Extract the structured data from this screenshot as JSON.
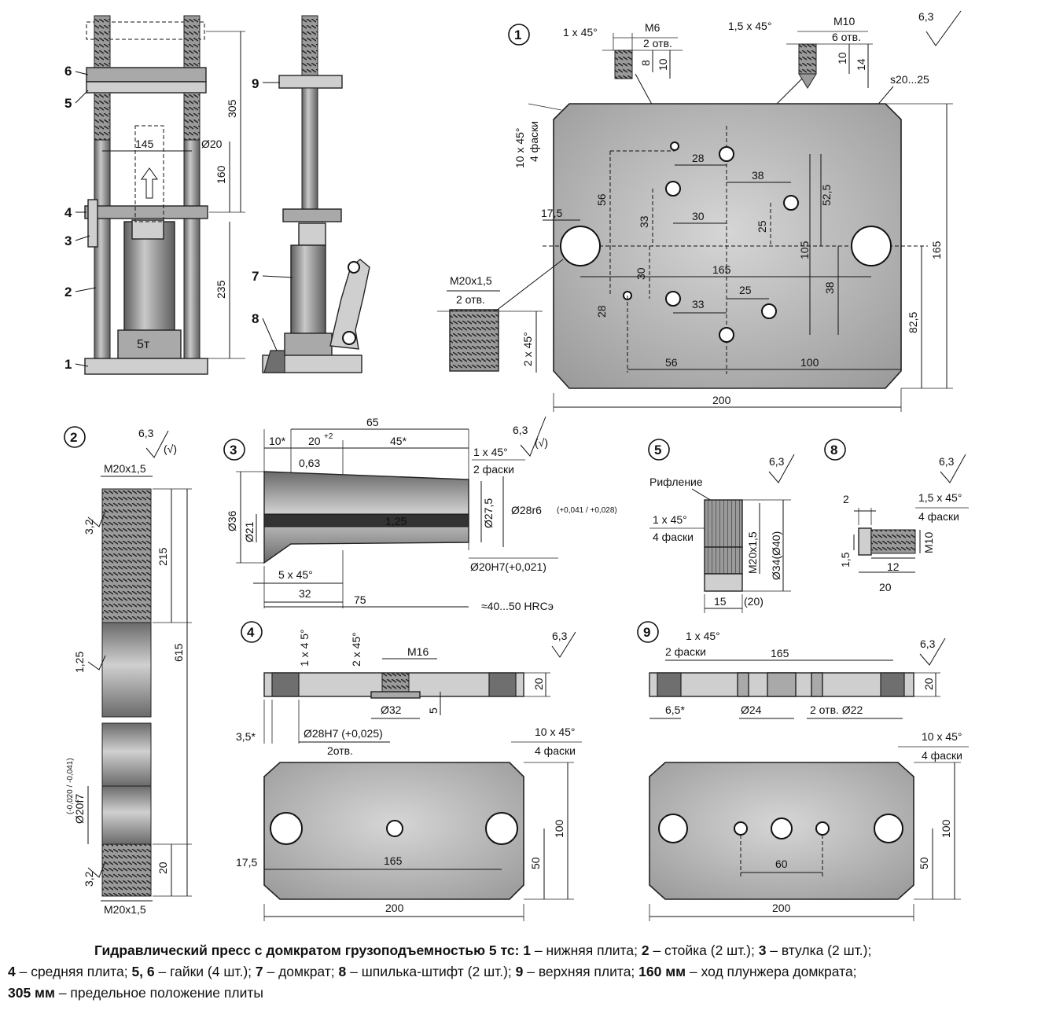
{
  "assembly": {
    "front_callouts": [
      "6",
      "5",
      "4",
      "3",
      "2",
      "1"
    ],
    "side_callouts": [
      "9",
      "7",
      "8"
    ],
    "jack_label": "5т",
    "dims": {
      "d305": "305",
      "d145": "145",
      "d20": "Ø20",
      "d160": "160",
      "d235": "235"
    }
  },
  "base_plate": {
    "number": "1",
    "roughness": "6,3",
    "thread_left": {
      "size": "M6",
      "count": "2 отв.",
      "chamfer": "1 x 45°",
      "d8": "8",
      "d10": "10"
    },
    "thread_right": {
      "size": "M10",
      "count": "6 отв.",
      "chamfer": "1,5 x 45°",
      "d10": "10",
      "d14": "14"
    },
    "thickness": "s20...25",
    "corner_chamfer": [
      "10 x 45°",
      "4 фаски"
    ],
    "big_thread": {
      "size": "M20x1,5",
      "count": "2 отв.",
      "chamfer": "2 x 45°"
    },
    "dims": {
      "d17_5": "17,5",
      "d56": "56",
      "d28a": "28",
      "d38a": "38",
      "d33a": "33",
      "d30a": "30",
      "d25a": "25",
      "d52_5": "52,5",
      "d105": "105",
      "d165": "165",
      "d30b": "30",
      "d28b": "28",
      "d33b": "33",
      "d25b": "25",
      "d38b": "38",
      "d56b": "56",
      "d100": "100",
      "d165v": "165",
      "d82_5": "82,5",
      "d200": "200"
    }
  },
  "rod": {
    "number": "2",
    "roughness": "6,3",
    "roughness_note": "(√)",
    "thread_top": "M20x1,5",
    "thread_bottom": "M20x1,5",
    "r3_2a": "3,2",
    "r1_25": "1,25",
    "r3_2b": "3,2",
    "fit": "Ø20f7",
    "fit_tol": "(-0,020 / -0,041)",
    "dims": {
      "d215": "215",
      "d615": "615",
      "d20": "20"
    }
  },
  "sleeve": {
    "number": "3",
    "roughness": "6,3",
    "roughness_note": "(√)",
    "dims": {
      "d65": "65",
      "d10": "10*",
      "d20": "20",
      "d20_tol": "+2",
      "d45": "45*",
      "d0_63": "0,63",
      "d36": "Ø36",
      "d21": "Ø21",
      "d1_25": "1,25",
      "d27_5": "Ø27,5",
      "d28": "Ø28r6",
      "d28_tol": "(+0,041 / +0,028)",
      "d20h7": "Ø20H7(+0,021)",
      "d5x45": "5 x 45°",
      "d32": "32",
      "d75": "75"
    },
    "chamfer": [
      "1 x 45°",
      "2 фаски"
    ],
    "hardness": "≈40...50 HRCэ"
  },
  "middle_plate": {
    "number": "4",
    "roughness": "6,3",
    "chamfer_a": "1 x 4 5°",
    "chamfer_b": "2 x 45°",
    "thread": "M16",
    "dims": {
      "d20": "20",
      "d32": "Ø32",
      "d5": "5",
      "d3_5": "3,5*",
      "d28": "Ø28H7 (+0,025)",
      "two_holes": "2отв.",
      "d17_5": "17,5",
      "d165": "165",
      "d50": "50",
      "d100": "100",
      "d200": "200"
    },
    "corner_chamfer": [
      "10 x 45°",
      "4 фаски"
    ]
  },
  "nut": {
    "number": "5",
    "roughness": "6,3",
    "knurl": "Рифление",
    "chamfer": [
      "1 x 45°",
      "4 фаски"
    ],
    "thread": "M20x1,5",
    "dia": "Ø34(Ø40)",
    "d15": "15",
    "d20": "(20)"
  },
  "pin": {
    "number": "8",
    "roughness": "6,3",
    "chamfer": [
      "1,5 x 45°",
      "4 фаски"
    ],
    "d2": "2",
    "d1_5": "1,5",
    "d12": "12",
    "d20": "20",
    "thread": "M10"
  },
  "top_plate": {
    "number": "9",
    "roughness": "6,3",
    "chamfer": [
      "1 x 45°",
      "2 фаски"
    ],
    "dims": {
      "d165": "165",
      "d20": "20",
      "d6_5": "6,5*",
      "d24": "Ø24",
      "d22": "2 отв. Ø22",
      "d60": "60",
      "d50": "50",
      "d100": "100",
      "d200": "200"
    },
    "corner_chamfer": [
      "10 x 45°",
      "4 фаски"
    ]
  },
  "caption": {
    "title": "Гидравлический пресс с домкратом грузоподъемностью 5 тс:",
    "items": [
      {
        "num": "1",
        "text": " – нижняя плита; "
      },
      {
        "num": "2",
        "text": " – стойка (2 шт.); "
      },
      {
        "num": "3",
        "text": " – втулка (2 шт.);"
      },
      {
        "num": "4",
        "text": " – средняя плита; "
      },
      {
        "num": "5, 6",
        "text": " – гайки (4 шт.); "
      },
      {
        "num": "7",
        "text": " – домкрат; "
      },
      {
        "num": "8",
        "text": " – шпилька-штифт (2 шт.); "
      },
      {
        "num": "9",
        "text": " – верхняя плита; "
      },
      {
        "num": "160 мм",
        "text": " – ход плунжера домкрата;"
      },
      {
        "num": "305 мм",
        "text": " – предельное положение плиты"
      }
    ]
  }
}
